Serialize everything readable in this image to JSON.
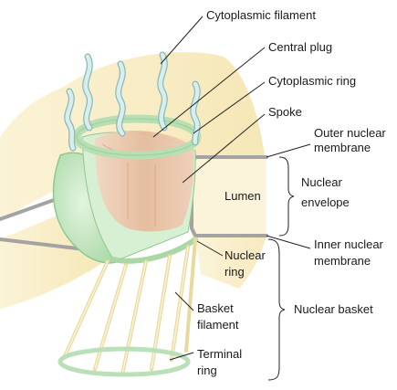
{
  "labels": {
    "cytoplasmic_filament": "Cytoplasmic filament",
    "central_plug": "Central plug",
    "cytoplasmic_ring": "Cytoplasmic ring",
    "spoke": "Spoke",
    "outer_nuclear_line1": "Outer nuclear",
    "outer_nuclear_line2": "membrane",
    "lumen": "Lumen",
    "nuclear_envelope_line1": "Nuclear",
    "nuclear_envelope_line2": "envelope",
    "inner_nuclear_line1": "Inner nuclear",
    "inner_nuclear_line2": "membrane",
    "nuclear_ring_line1": "Nuclear",
    "nuclear_ring_line2": "ring",
    "nuclear_basket": "Nuclear basket",
    "basket_filament_line1": "Basket",
    "basket_filament_line2": "filament",
    "terminal_ring_line1": "Terminal",
    "terminal_ring_line2": "ring"
  },
  "colors": {
    "membrane_fill": "#f8ecc4",
    "membrane_edge": "#a3a3a3",
    "pore_green": "#cfeacc",
    "pore_green_dark": "#9ccf9c",
    "plug": "#ecc6ac",
    "filament": "#d6ecec",
    "basket": "#f1e6b8",
    "leader": "#222222"
  },
  "icons": {
    "bracket": "right-curly-brace"
  }
}
